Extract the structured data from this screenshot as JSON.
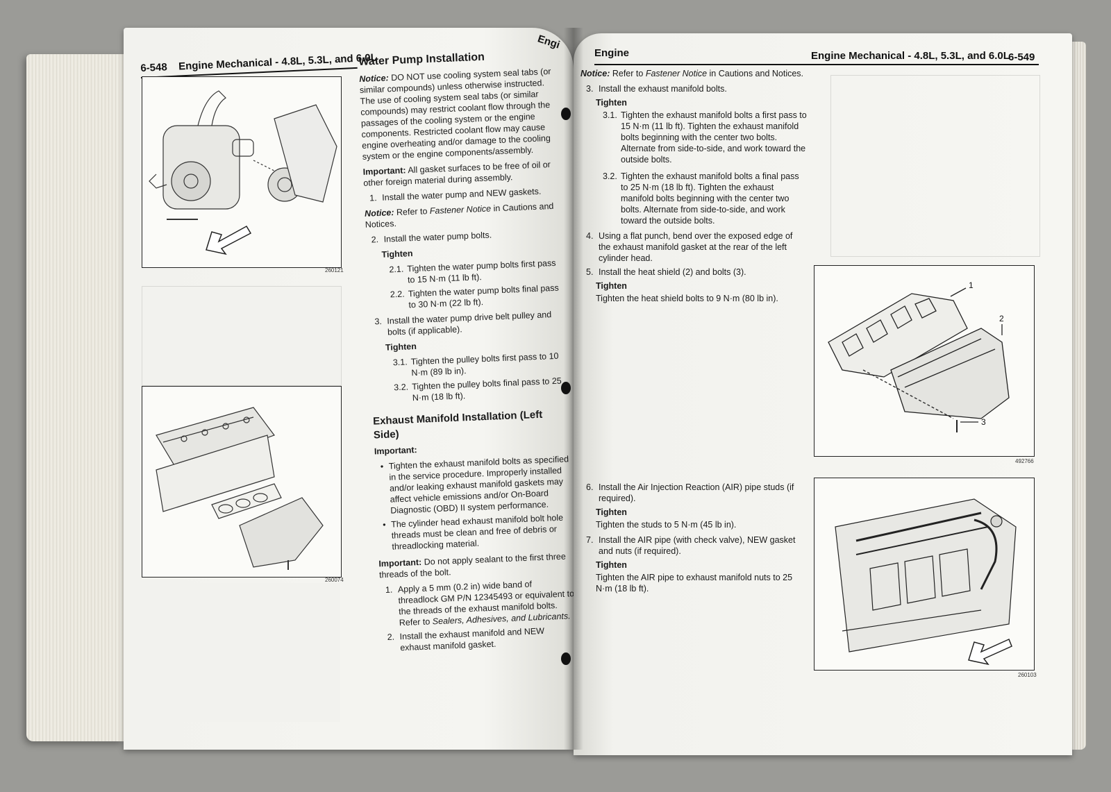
{
  "left_page": {
    "page_number": "6-548",
    "running_title": "Engine Mechanical - 4.8L, 5.3L, and 6.0L",
    "top_right_cut": "Engi",
    "figure1_number": "260121",
    "figure2_number": "260074",
    "section1_title": "Water Pump Installation",
    "notice1_label": "Notice:",
    "notice1_text": "DO NOT use cooling system seal tabs (or similar compounds) unless otherwise instructed. The use of cooling system seal tabs (or similar compounds) may restrict coolant flow through the passages of the cooling system or the engine components. Restricted coolant flow may cause engine overheating and/or damage to the cooling system or the engine components/assembly.",
    "important1_label": "Important:",
    "important1_text": "All gasket surfaces to be free of oil or other foreign material during assembly.",
    "step1": "Install the water pump and NEW gaskets.",
    "notice2_label": "Notice:",
    "notice2_pre": "Refer to",
    "notice2_italic": "Fastener Notice",
    "notice2_post": "in Cautions and Notices.",
    "step2": "Install the water pump bolts.",
    "tighten": "Tighten",
    "step2_1": "Tighten the water pump bolts first pass to 15 N·m (11 lb ft).",
    "step2_2": "Tighten the water pump bolts final pass to 30 N·m (22 lb ft).",
    "step3": "Install the water pump drive belt pulley and bolts (if applicable).",
    "step3_1": "Tighten the pulley bolts first pass to 10 N·m (89 lb in).",
    "step3_2": "Tighten the pulley bolts final pass to 25 N·m (18 lb ft).",
    "section2_title": "Exhaust Manifold Installation (Left Side)",
    "important2_label": "Important:",
    "bullet1": "Tighten the exhaust manifold bolts as specified in the service procedure. Improperly installed and/or leaking exhaust manifold gaskets may affect vehicle emissions and/or On-Board Diagnostic (OBD) II system performance.",
    "bullet2": "The cylinder head exhaust manifold bolt hole threads must be clean and free of debris or threadlocking material.",
    "important3_label": "Important:",
    "important3_text": "Do not apply sealant to the first three threads of the bolt.",
    "estep1_pre": "Apply a 5 mm (0.2 in) wide band of threadlock GM P/N 12345493 or equivalent to the threads of the exhaust manifold bolts. Refer to",
    "estep1_italic": "Sealers, Adhesives, and Lubricants.",
    "estep2": "Install the exhaust manifold and NEW exhaust manifold gasket."
  },
  "right_page": {
    "left_title": "Engine",
    "running_title": "Engine Mechanical - 4.8L, 5.3L, and 6.0L",
    "page_number": "6-549",
    "notice_label": "Notice:",
    "notice_pre": "Refer to",
    "notice_italic": "Fastener Notice",
    "notice_post": "in Cautions and Notices.",
    "step3": "Install the exhaust manifold bolts.",
    "tighten": "Tighten",
    "step3_1": "Tighten the exhaust manifold bolts a first pass to 15 N·m (11 lb ft). Tighten the exhaust manifold bolts beginning with the center two bolts. Alternate from side-to-side, and work toward the outside bolts.",
    "step3_2": "Tighten the exhaust manifold bolts a final pass to 25 N·m (18 lb ft). Tighten the exhaust manifold bolts beginning with the center two bolts. Alternate from side-to-side, and work toward the outside bolts.",
    "step4": "Using a flat punch, bend over the exposed edge of the exhaust manifold gasket at the rear of the left cylinder head.",
    "step5": "Install the heat shield (2) and bolts (3).",
    "step5_tighten": "Tighten the heat shield bolts to 9 N·m (80 lb in).",
    "step6": "Install the Air Injection Reaction (AIR) pipe studs (if required).",
    "step6_tighten": "Tighten the studs to 5 N·m (45 lb in).",
    "step7": "Install the AIR pipe (with check valve), NEW gasket and nuts (if required).",
    "step7_tighten": "Tighten the AIR pipe to exhaust manifold nuts to 25 N·m (18 lb ft).",
    "figure1_number": "492766",
    "figure1_callouts": [
      "1",
      "2",
      "3"
    ],
    "figure2_number": "260103"
  },
  "colors": {
    "background": "#9b9b97",
    "paper": "#f4f4f0",
    "ink": "#1a1a1a"
  }
}
